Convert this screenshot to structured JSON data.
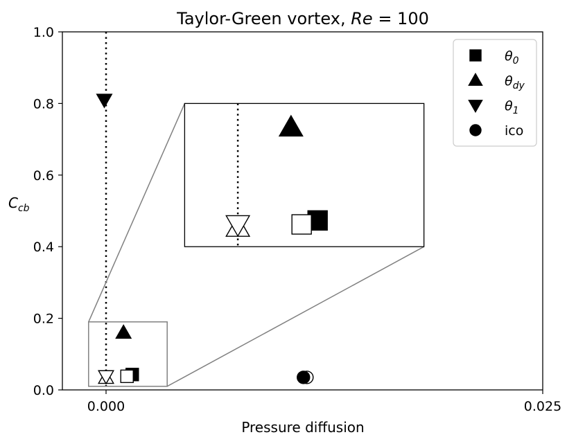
{
  "chart_data": {
    "type": "scatter",
    "title_main": "Taylor-Green vortex, ",
    "title_re": "Re",
    "title_eq": " = 100",
    "xlabel": "Pressure diffusion",
    "ylabel_main": "C",
    "ylabel_sub": "cb",
    "xlim": [
      -0.0025,
      0.025
    ],
    "ylim": [
      0.0,
      1.0
    ],
    "xticks": [
      0.0,
      0.025
    ],
    "xtick_labels": [
      "0.000",
      "0.025"
    ],
    "yticks": [
      0.0,
      0.2,
      0.4,
      0.6,
      0.8,
      1.0
    ],
    "ytick_labels": [
      "0.0",
      "0.2",
      "0.4",
      "0.6",
      "0.8",
      "1.0"
    ],
    "grid": false,
    "legend_position": "top-right",
    "legend": [
      {
        "marker": "square",
        "label_main": "θ",
        "label_sub": "0"
      },
      {
        "marker": "triangle-up",
        "label_main": "θ",
        "label_sub": "dy"
      },
      {
        "marker": "triangle-down",
        "label_main": "θ",
        "label_sub": "1"
      },
      {
        "marker": "circle",
        "label_main": "ico",
        "label_sub": ""
      }
    ],
    "reference_line": {
      "x": 0.0,
      "style": "dotted"
    },
    "series": [
      {
        "marker": "square",
        "filled": true,
        "points": [
          {
            "x": 0.0015,
            "y": 0.043
          }
        ]
      },
      {
        "marker": "square",
        "filled": false,
        "points": [
          {
            "x": 0.0012,
            "y": 0.038
          }
        ]
      },
      {
        "marker": "triangle-up",
        "filled": true,
        "points": [
          {
            "x": 0.001,
            "y": 0.16
          }
        ]
      },
      {
        "marker": "triangle-up",
        "filled": false,
        "points": [
          {
            "x": 0.0,
            "y": 0.034
          }
        ]
      },
      {
        "marker": "triangle-down",
        "filled": true,
        "points": [
          {
            "x": -0.0001,
            "y": 0.81
          }
        ]
      },
      {
        "marker": "triangle-down",
        "filled": false,
        "points": [
          {
            "x": 0.0,
            "y": 0.038
          }
        ]
      },
      {
        "marker": "circle",
        "filled": false,
        "points": [
          {
            "x": 0.0115,
            "y": 0.035
          }
        ]
      },
      {
        "marker": "circle",
        "filled": true,
        "points": [
          {
            "x": 0.0113,
            "y": 0.035
          }
        ]
      }
    ],
    "inset": {
      "source_xlim": [
        -0.001,
        0.0035
      ],
      "source_ylim": [
        0.01,
        0.19
      ],
      "display_xlim": [
        0.0045,
        0.0182
      ],
      "display_ylim": [
        0.4,
        0.8
      ]
    }
  }
}
